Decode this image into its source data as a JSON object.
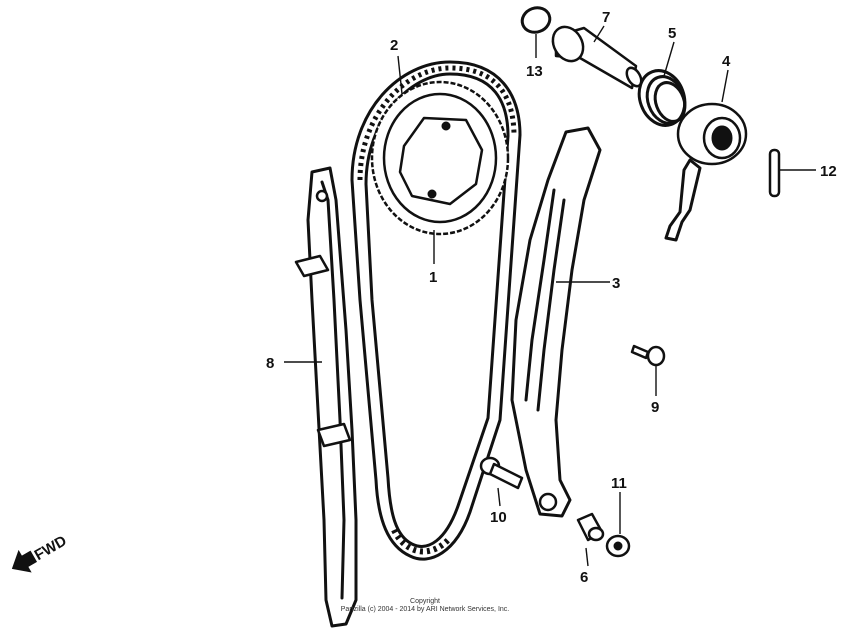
{
  "title": "",
  "direction_label": "FWD",
  "copyright": {
    "line1": "Copyright",
    "line2": "Partzilla (c) 2004 - 2014 by ARI Network Services, Inc."
  },
  "parts": [
    {
      "number": "1",
      "name": "cam-sprocket"
    },
    {
      "number": "2",
      "name": "cam-chain"
    },
    {
      "number": "3",
      "name": "tensioner-guide"
    },
    {
      "number": "4",
      "name": "tensioner-roller"
    },
    {
      "number": "5",
      "name": "tensioner-spring"
    },
    {
      "number": "6",
      "name": "collar"
    },
    {
      "number": "7",
      "name": "tensioner-shaft"
    },
    {
      "number": "8",
      "name": "chain-guide"
    },
    {
      "number": "9",
      "name": "bolt"
    },
    {
      "number": "10",
      "name": "bolt-with-washer"
    },
    {
      "number": "11",
      "name": "washer"
    },
    {
      "number": "12",
      "name": "dowel-pin"
    },
    {
      "number": "13",
      "name": "o-ring"
    }
  ]
}
